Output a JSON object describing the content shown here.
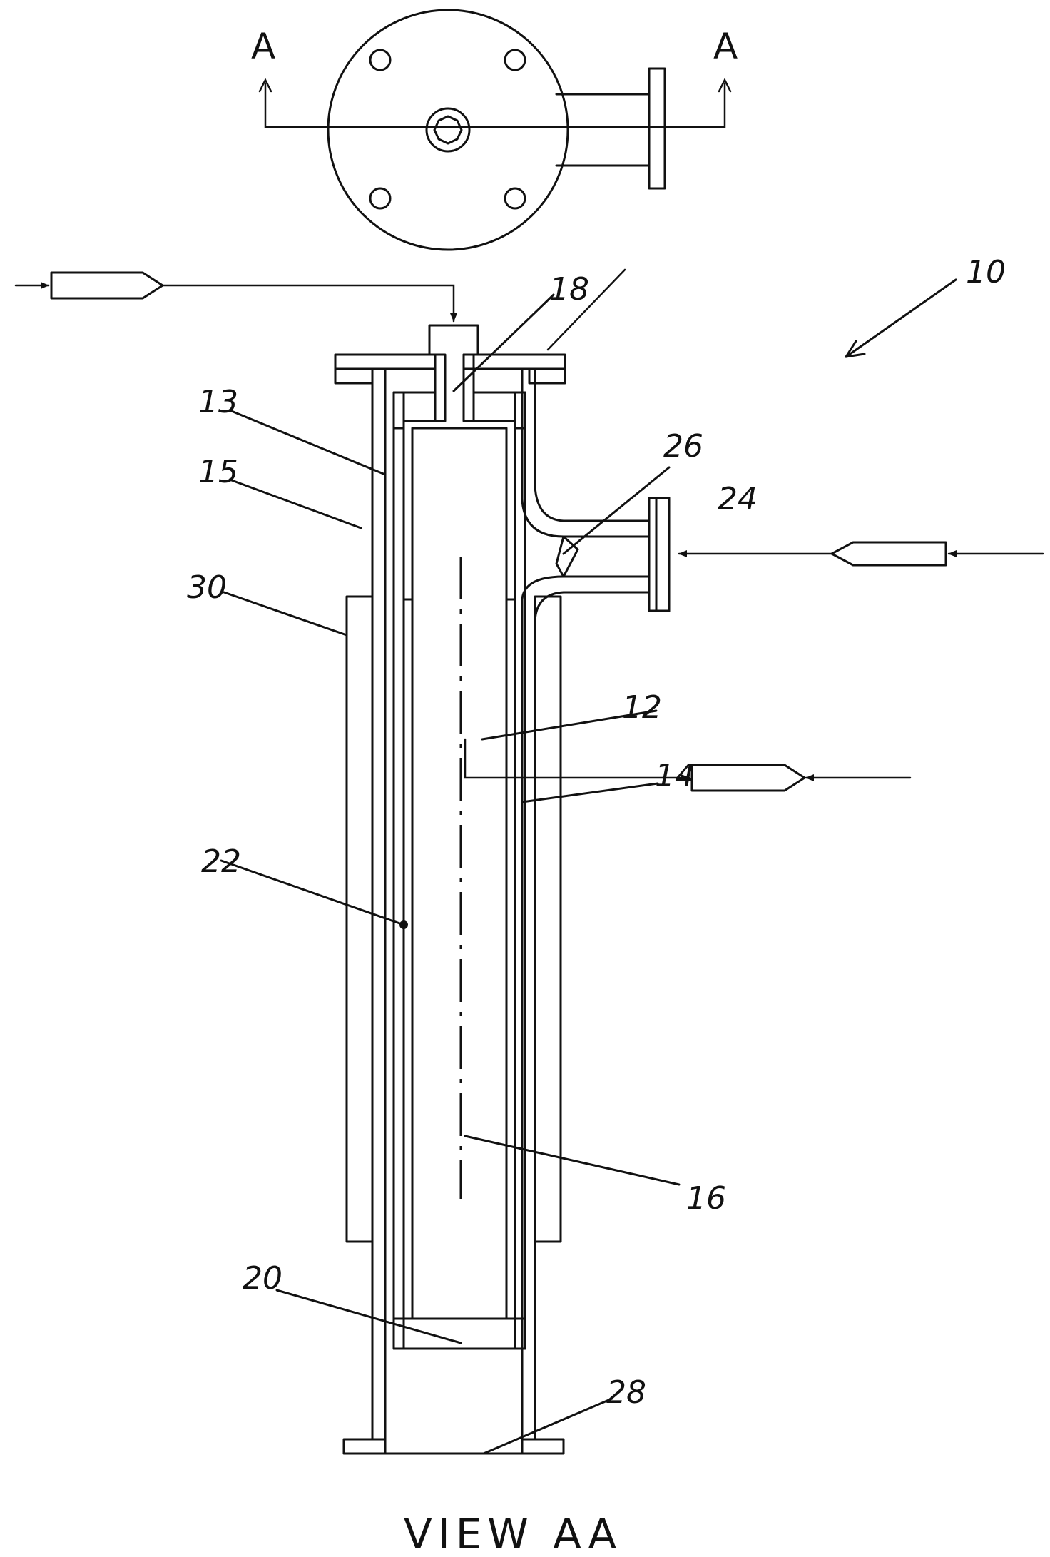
{
  "diagram": {
    "section_marks": [
      "A",
      "A"
    ],
    "view_label": "VIEW AA",
    "reference_labels": {
      "apparatus": "10",
      "inner_wall": "13",
      "outer_wall": "15",
      "heater_jacket": "30",
      "inlet_port": "18",
      "deflector": "26",
      "side_inlet": "24",
      "chamber": "12",
      "liner": "14",
      "probe_point": "22",
      "center_axis": "16",
      "bottom_plug": "20",
      "outlet": "28"
    }
  }
}
